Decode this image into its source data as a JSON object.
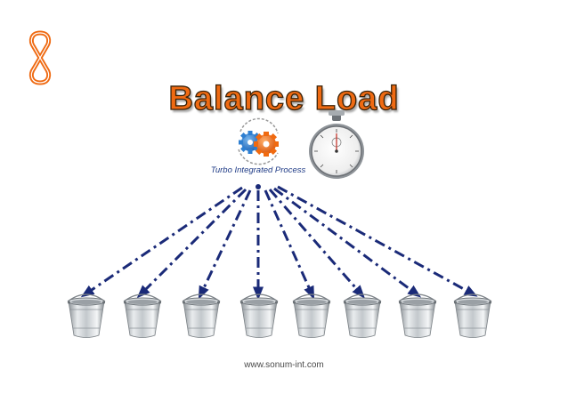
{
  "title": "Balance Load",
  "process_label": "Turbo Integrated Process",
  "footer": {
    "url": "www.sonum-int.com"
  },
  "colors": {
    "title_fill": "#ef6a12",
    "title_outline": "#3a2208",
    "logo": "#ef6a12",
    "arrow": "#1a2a78",
    "label": "#1f3b86",
    "gear_blue": "#2e7fd1",
    "gear_orange": "#f06a10"
  },
  "icons": [
    "logo-icon",
    "gears-icon",
    "stopwatch-icon",
    "bucket-icon"
  ],
  "bucket_count": 8
}
